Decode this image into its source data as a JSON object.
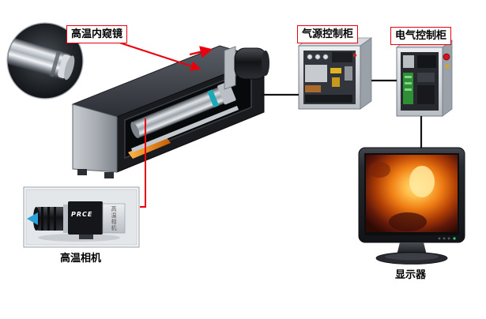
{
  "diagram": {
    "labels": {
      "endoscope": "高温内窥镜",
      "air_cabinet": "气源控制柜",
      "electric_cabinet": "电气控制柜",
      "camera": "高温相机",
      "monitor": "显示器"
    },
    "camera_unit": {
      "brand": "PRCE",
      "body_text": "高温相机"
    },
    "colors": {
      "accent_red": "#e8000d",
      "line_black": "#141414",
      "arrow_cyan": "#2aa0d8",
      "screen_glow": "#ff8c1a"
    }
  }
}
